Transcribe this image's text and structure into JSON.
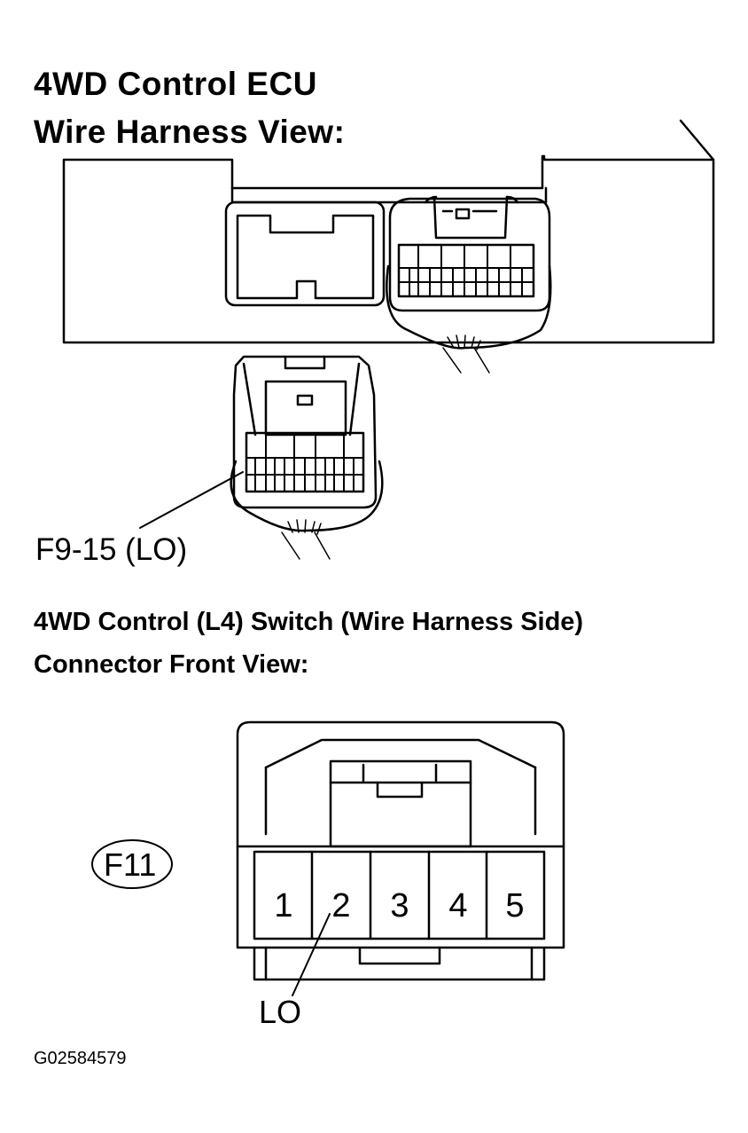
{
  "ecu": {
    "title_line1": "4WD Control ECU",
    "title_line2": "Wire Harness View:",
    "callout": "F9-15 (LO)"
  },
  "switch": {
    "title_line1": "4WD Control (L4) Switch (Wire Harness Side)",
    "title_line2": "Connector Front View:",
    "connector_id": "F11",
    "pins": [
      "1",
      "2",
      "3",
      "4",
      "5"
    ],
    "callout": "LO"
  },
  "figure_id": "G02584579"
}
